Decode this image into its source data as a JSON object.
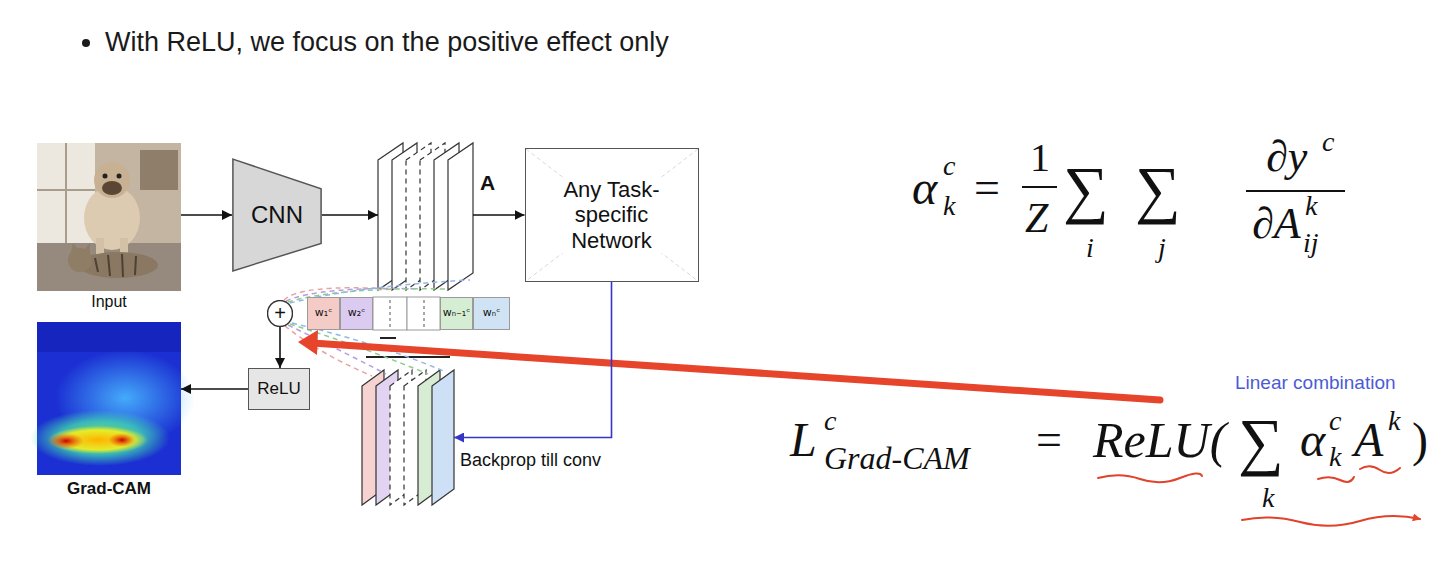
{
  "diagram": {
    "nodes": [
      {
        "text": [
          "Input"
        ]
      },
      {
        "text": [
          "CNN"
        ]
      },
      {
        "text": [
          "A"
        ]
      },
      {
        "text": [
          "Any Task-specific Network"
        ]
      },
      {
        "text": [
          "+"
        ]
      },
      {
        "text": [
          "w₁ᶜ"
        ]
      },
      {
        "text": [
          "w₂ᶜ"
        ]
      },
      {
        "text": [
          "wₙ₋₁ᶜ"
        ]
      },
      {
        "text": [
          "wₙᶜ"
        ]
      },
      {
        "text": [
          "ReLU"
        ]
      },
      {
        "text": [
          "Grad-CAM"
        ]
      },
      {
        "text": [
          "Backprop till conv"
        ]
      }
    ],
    "edges": [
      {
        "from": 0,
        "to": 1,
        "arrow": "to"
      },
      {
        "from": 1,
        "to": 2,
        "arrow": "to"
      },
      {
        "from": 2,
        "to": 3,
        "arrow": "to"
      },
      {
        "from": 3,
        "to": 11,
        "arrow": "to"
      },
      {
        "from": 4,
        "to": 9,
        "arrow": "to"
      },
      {
        "from": 9,
        "to": 10,
        "arrow": "to"
      }
    ],
    "labels": [
      "With ReLU, we focus on the positive effect only",
      "α",
      "k",
      "c",
      "=",
      "1",
      "Z",
      "∑",
      "i",
      "∑",
      "j",
      "∂y",
      "c",
      "∂A",
      "k",
      "ij",
      "L",
      "c",
      "Grad-CAM",
      "=",
      "ReLU(",
      "∑",
      "k",
      "α",
      "k",
      "c",
      "A",
      "k",
      ")",
      "Linear combination"
    ]
  }
}
